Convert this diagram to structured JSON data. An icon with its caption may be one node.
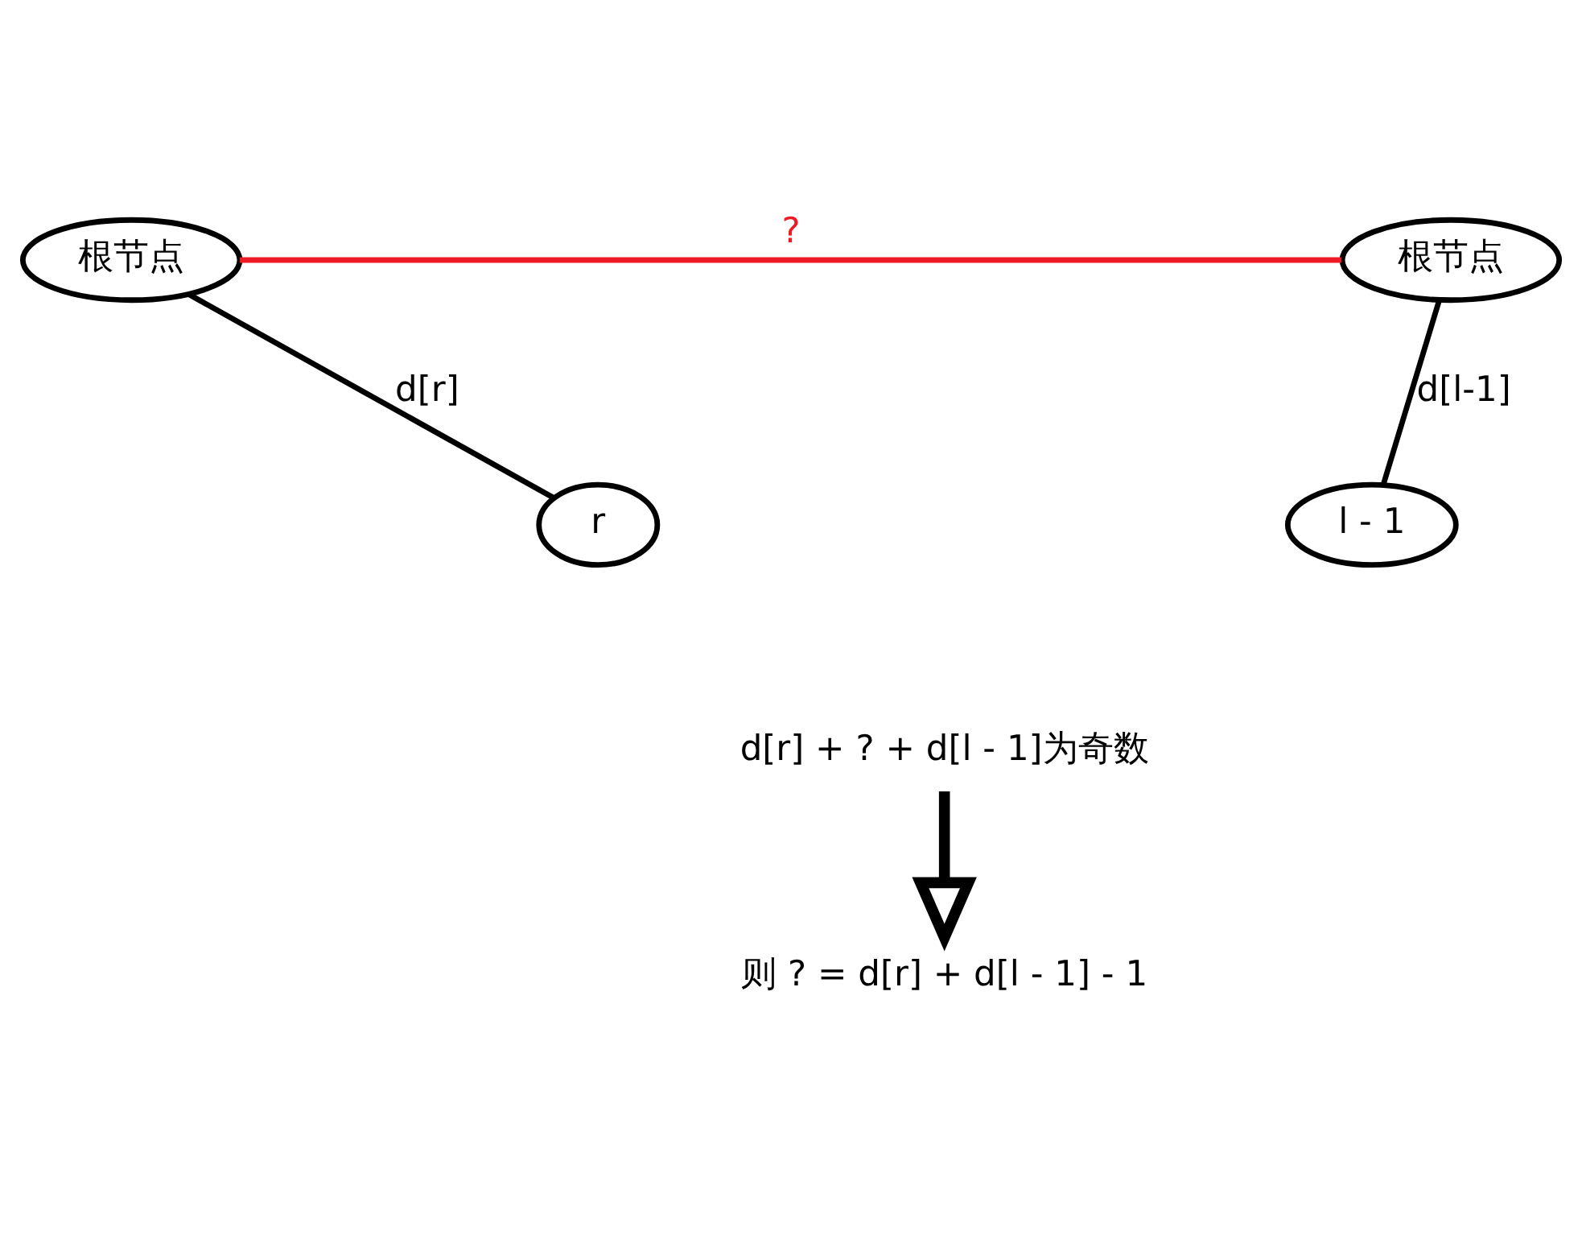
{
  "diagram": {
    "nodes": [
      {
        "text": [
          "根节点"
        ]
      },
      {
        "text": [
          "根节点"
        ]
      },
      {
        "text": [
          "r"
        ]
      },
      {
        "text": [
          "l - 1"
        ]
      },
      {
        "text": [
          "d[r] + ? + d[l - 1]为奇数"
        ]
      },
      {
        "text": [
          "则 ? = d[r] + d[l - 1] - 1"
        ]
      }
    ],
    "edges": [
      {
        "from": 0,
        "to": 1,
        "arrow": "none",
        "label": "?",
        "color": "#ed1c24"
      },
      {
        "from": 0,
        "to": 2,
        "arrow": "none",
        "label": "d[r]"
      },
      {
        "from": 1,
        "to": 3,
        "arrow": "none",
        "label": "d[l-1]"
      },
      {
        "from": 4,
        "to": 5,
        "arrow": "to",
        "style": "thick"
      }
    ]
  }
}
